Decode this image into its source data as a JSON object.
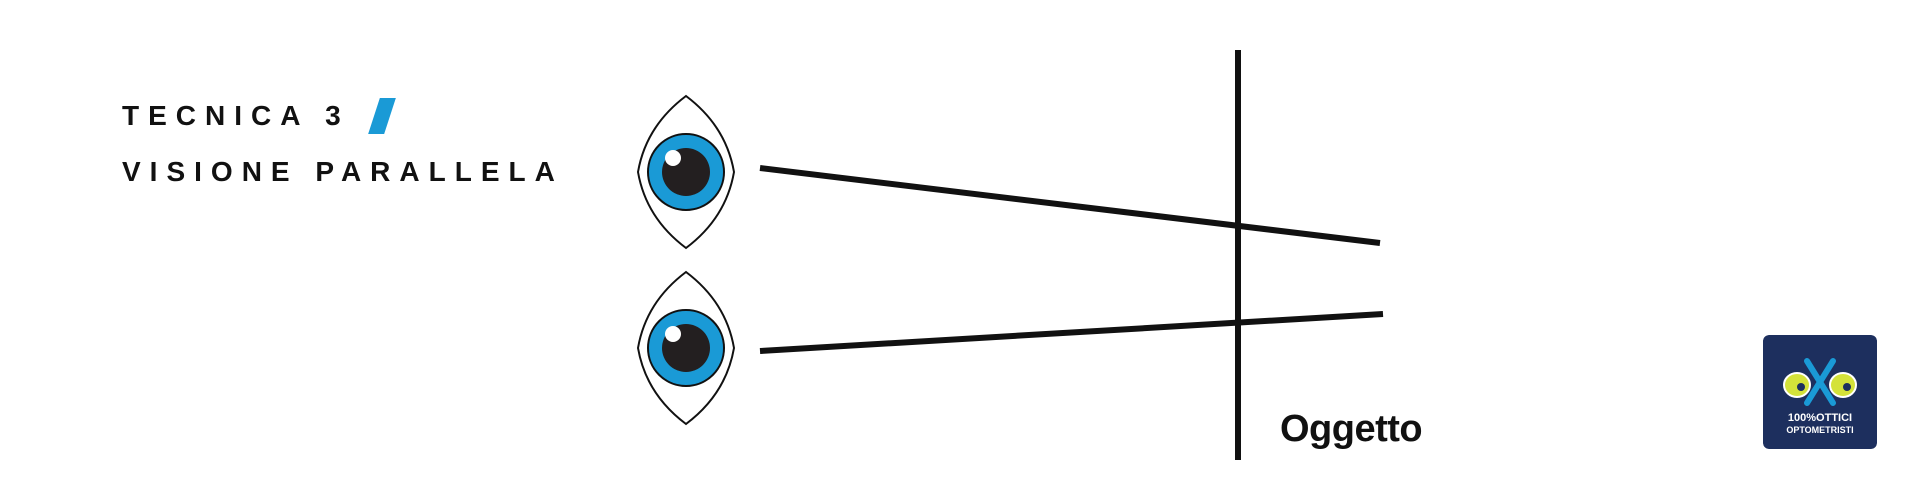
{
  "title": {
    "line1": "TECNICA 3",
    "line2": "VISIONE PARALLELA"
  },
  "diagram": {
    "object_label": "Oggetto"
  },
  "logo": {
    "brand_line1": "100%OTTICI",
    "brand_line2": "OPTOMETRISTI"
  },
  "colors": {
    "accent": "#1a9ad6",
    "iris": "#1a9ad6",
    "pupil": "#231f20",
    "ink": "#111111",
    "logo_bg": "#1d2f5e",
    "logo_eye": "#d4e23a"
  },
  "icons": [
    "eye-icon",
    "accent-slash-icon",
    "logo-eyes-icon"
  ]
}
